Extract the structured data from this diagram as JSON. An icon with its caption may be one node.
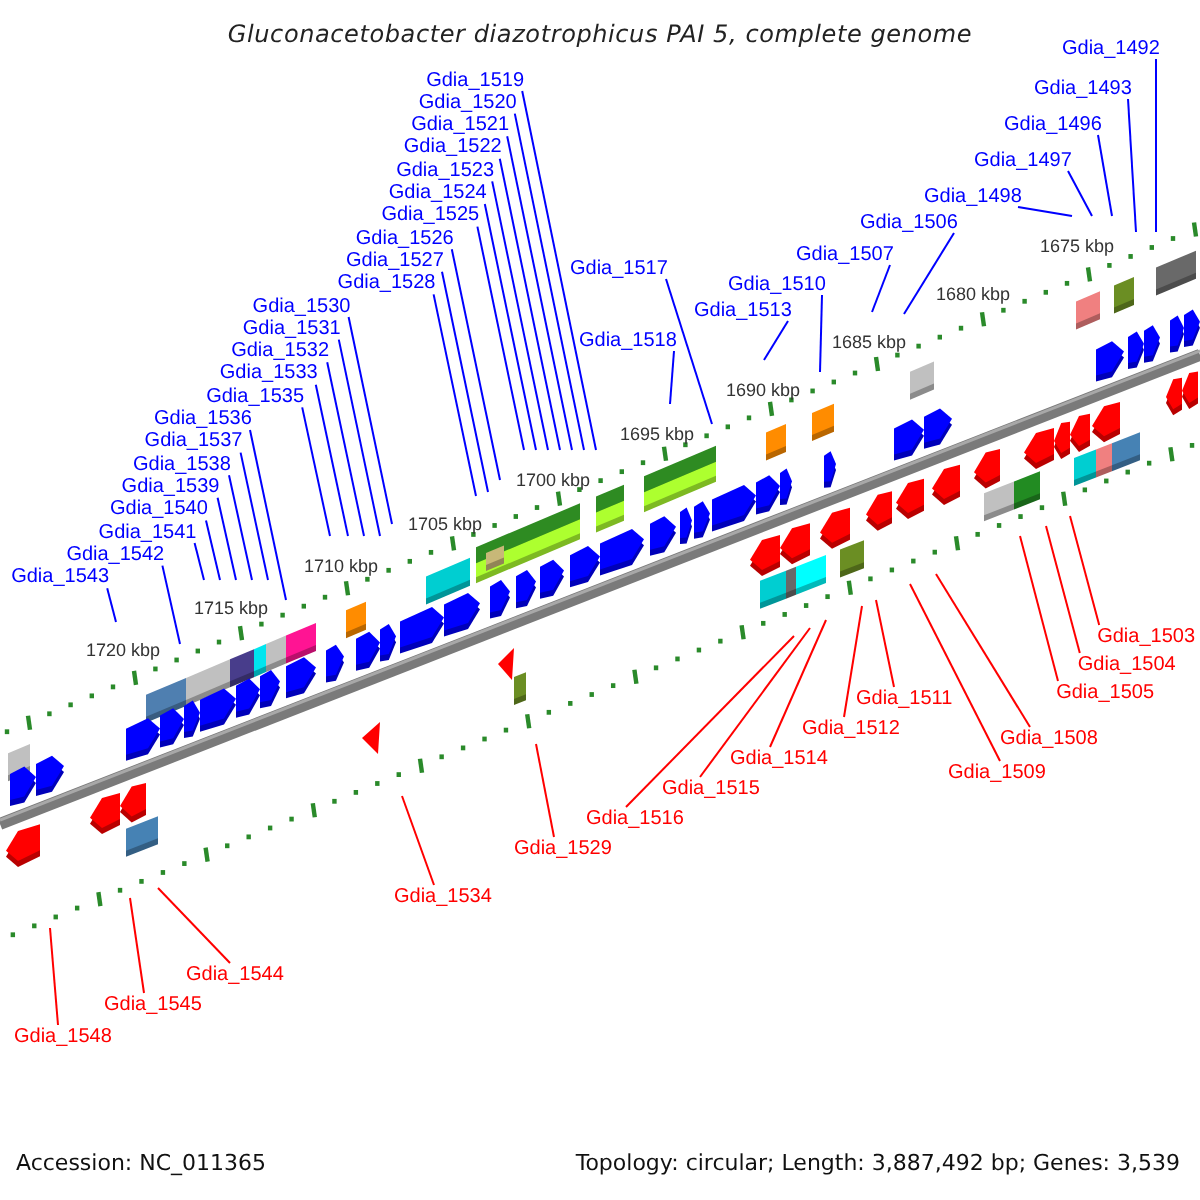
{
  "diagram": {
    "title": "Gluconacetobacter diazotrophicus PAI 5, complete genome",
    "nodes": [
      {
        "text": [
          "Gdia_1492"
        ]
      },
      {
        "text": [
          "Gdia_1493"
        ]
      },
      {
        "text": [
          "Gdia_1496"
        ]
      },
      {
        "text": [
          "Gdia_1497"
        ]
      },
      {
        "text": [
          "Gdia_1498"
        ]
      },
      {
        "text": [
          "Gdia_1506"
        ]
      },
      {
        "text": [
          "Gdia_1507"
        ]
      },
      {
        "text": [
          "Gdia_1510"
        ]
      },
      {
        "text": [
          "Gdia_1513"
        ]
      },
      {
        "text": [
          "Gdia_1517"
        ]
      },
      {
        "text": [
          "Gdia_1518"
        ]
      },
      {
        "text": [
          "Gdia_1519"
        ]
      },
      {
        "text": [
          "Gdia_1520"
        ]
      },
      {
        "text": [
          "Gdia_1521"
        ]
      },
      {
        "text": [
          "Gdia_1522"
        ]
      },
      {
        "text": [
          "Gdia_1523"
        ]
      },
      {
        "text": [
          "Gdia_1524"
        ]
      },
      {
        "text": [
          "Gdia_1525"
        ]
      },
      {
        "text": [
          "Gdia_1526"
        ]
      },
      {
        "text": [
          "Gdia_1527"
        ]
      },
      {
        "text": [
          "Gdia_1528"
        ]
      },
      {
        "text": [
          "Gdia_1530"
        ]
      },
      {
        "text": [
          "Gdia_1531"
        ]
      },
      {
        "text": [
          "Gdia_1532"
        ]
      },
      {
        "text": [
          "Gdia_1533"
        ]
      },
      {
        "text": [
          "Gdia_1535"
        ]
      },
      {
        "text": [
          "Gdia_1536"
        ]
      },
      {
        "text": [
          "Gdia_1537"
        ]
      },
      {
        "text": [
          "Gdia_1538"
        ]
      },
      {
        "text": [
          "Gdia_1539"
        ]
      },
      {
        "text": [
          "Gdia_1540"
        ]
      },
      {
        "text": [
          "Gdia_1541"
        ]
      },
      {
        "text": [
          "Gdia_1542"
        ]
      },
      {
        "text": [
          "Gdia_1543"
        ]
      },
      {
        "text": [
          "Gdia_1503"
        ]
      },
      {
        "text": [
          "Gdia_1504"
        ]
      },
      {
        "text": [
          "Gdia_1505"
        ]
      },
      {
        "text": [
          "Gdia_1508"
        ]
      },
      {
        "text": [
          "Gdia_1509"
        ]
      },
      {
        "text": [
          "Gdia_1511"
        ]
      },
      {
        "text": [
          "Gdia_1512"
        ]
      },
      {
        "text": [
          "Gdia_1514"
        ]
      },
      {
        "text": [
          "Gdia_1515"
        ]
      },
      {
        "text": [
          "Gdia_1516"
        ]
      },
      {
        "text": [
          "Gdia_1529"
        ]
      },
      {
        "text": [
          "Gdia_1534"
        ]
      },
      {
        "text": [
          "Gdia_1544"
        ]
      },
      {
        "text": [
          "Gdia_1545"
        ]
      },
      {
        "text": [
          "Gdia_1548"
        ]
      }
    ],
    "edges": [
      {
        "from": 0,
        "to": null,
        "arrow": "none"
      },
      {
        "from": 1,
        "to": null,
        "arrow": "none"
      },
      {
        "from": 2,
        "to": null,
        "arrow": "none"
      },
      {
        "from": 3,
        "to": null,
        "arrow": "none"
      },
      {
        "from": 4,
        "to": null,
        "arrow": "none"
      },
      {
        "from": 5,
        "to": null,
        "arrow": "none"
      },
      {
        "from": 6,
        "to": null,
        "arrow": "none"
      },
      {
        "from": 7,
        "to": null,
        "arrow": "none"
      },
      {
        "from": 8,
        "to": null,
        "arrow": "none"
      },
      {
        "from": 9,
        "to": null,
        "arrow": "none"
      },
      {
        "from": 10,
        "to": null,
        "arrow": "none"
      },
      {
        "from": 11,
        "to": null,
        "arrow": "none"
      },
      {
        "from": 12,
        "to": null,
        "arrow": "none"
      },
      {
        "from": 13,
        "to": null,
        "arrow": "none"
      },
      {
        "from": 14,
        "to": null,
        "arrow": "none"
      },
      {
        "from": 15,
        "to": null,
        "arrow": "none"
      },
      {
        "from": 16,
        "to": null,
        "arrow": "none"
      },
      {
        "from": 17,
        "to": null,
        "arrow": "none"
      },
      {
        "from": 18,
        "to": null,
        "arrow": "none"
      },
      {
        "from": 19,
        "to": null,
        "arrow": "none"
      },
      {
        "from": 20,
        "to": null,
        "arrow": "none"
      },
      {
        "from": 21,
        "to": null,
        "arrow": "none"
      },
      {
        "from": 22,
        "to": null,
        "arrow": "none"
      },
      {
        "from": 23,
        "to": null,
        "arrow": "none"
      },
      {
        "from": 24,
        "to": null,
        "arrow": "none"
      },
      {
        "from": 25,
        "to": null,
        "arrow": "none"
      },
      {
        "from": 26,
        "to": null,
        "arrow": "none"
      },
      {
        "from": 27,
        "to": null,
        "arrow": "none"
      },
      {
        "from": 28,
        "to": null,
        "arrow": "none"
      },
      {
        "from": 29,
        "to": null,
        "arrow": "none"
      },
      {
        "from": 30,
        "to": null,
        "arrow": "none"
      },
      {
        "from": 31,
        "to": null,
        "arrow": "none"
      },
      {
        "from": 32,
        "to": null,
        "arrow": "none"
      },
      {
        "from": 33,
        "to": null,
        "arrow": "none"
      },
      {
        "from": 34,
        "to": null,
        "arrow": "none",
        "color": "#ff0000"
      },
      {
        "from": 35,
        "to": null,
        "arrow": "none",
        "color": "#ff0000"
      },
      {
        "from": 36,
        "to": null,
        "arrow": "none",
        "color": "#ff0000"
      },
      {
        "from": 37,
        "to": null,
        "arrow": "none",
        "color": "#ff0000"
      },
      {
        "from": 38,
        "to": null,
        "arrow": "none",
        "color": "#ff0000"
      },
      {
        "from": 39,
        "to": null,
        "arrow": "none",
        "color": "#ff0000"
      },
      {
        "from": 40,
        "to": null,
        "arrow": "none",
        "color": "#ff0000"
      },
      {
        "from": 41,
        "to": null,
        "arrow": "none",
        "color": "#ff0000"
      },
      {
        "from": 42,
        "to": null,
        "arrow": "none",
        "color": "#ff0000"
      },
      {
        "from": 43,
        "to": null,
        "arrow": "none",
        "color": "#ff0000"
      },
      {
        "from": 44,
        "to": null,
        "arrow": "none",
        "color": "#ff0000"
      },
      {
        "from": 45,
        "to": null,
        "arrow": "none",
        "color": "#ff0000"
      },
      {
        "from": 46,
        "to": null,
        "arrow": "none",
        "color": "#ff0000"
      },
      {
        "from": 47,
        "to": null,
        "arrow": "none",
        "color": "#ff0000"
      },
      {
        "from": 48,
        "to": null,
        "arrow": "none",
        "color": "#ff0000"
      }
    ],
    "labels": [
      "1675 kbp",
      "1680 kbp",
      "1685 kbp",
      "1690 kbp",
      "1695 kbp",
      "1700 kbp",
      "1705 kbp",
      "1710 kbp",
      "1715 kbp",
      "1720 kbp",
      "Accession: NC_011365",
      "Topology: circular; Length: 3,887,492 bp; Genes: 3,539"
    ]
  }
}
